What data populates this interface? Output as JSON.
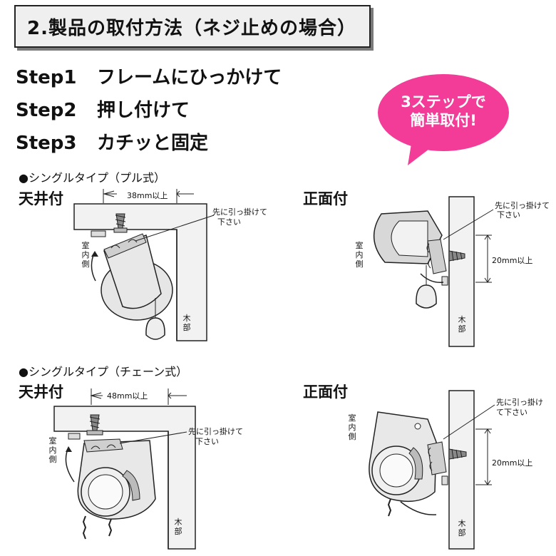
{
  "header": {
    "title": "2.製品の取付方法（ネジ止めの場合）"
  },
  "steps": [
    {
      "label": "Step1",
      "text": "フレームにひっかけて"
    },
    {
      "label": "Step2",
      "text": "押し付けて"
    },
    {
      "label": "Step3",
      "text": "カチッと固定"
    }
  ],
  "badge": {
    "line1": "3ステップで",
    "line2": "簡単取付!",
    "color": "#f23c98"
  },
  "sections": [
    {
      "title": "●シングルタイプ（プル式）",
      "ceiling": {
        "label": "天井付",
        "dimension": "38mm以上",
        "hook_note_1": "先に引っ掛けて",
        "hook_note_2": "下さい",
        "indoor": "室内側",
        "wood": "木部"
      },
      "front": {
        "label": "正面付",
        "hook_note_1": "先に引っ掛けて",
        "hook_note_2": "下さい",
        "dimension": "20mm以上",
        "indoor": "室内側",
        "wood": "木部"
      }
    },
    {
      "title": "●シングルタイプ（チェーン式）",
      "ceiling": {
        "label": "天井付",
        "dimension": "48mm以上",
        "hook_note_1": "先に引っ掛けて",
        "hook_note_2": "下さい",
        "indoor": "室内側",
        "wood": "木部"
      },
      "front": {
        "label": "正面付",
        "hook_note_1": "先に引っ掛け",
        "hook_note_2": "て下さい",
        "dimension": "20mm以上",
        "indoor": "室内側",
        "wood": "木部"
      }
    }
  ]
}
